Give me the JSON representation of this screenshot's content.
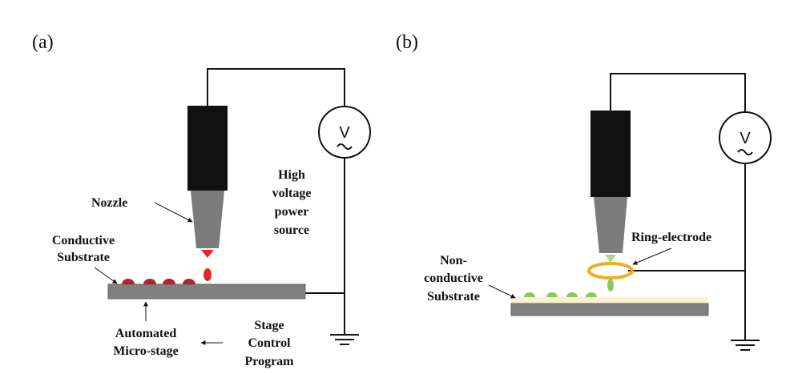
{
  "panel_a": {
    "tag": "(a)",
    "nozzle": "Nozzle",
    "power_source": [
      "High",
      "voltage",
      "power",
      "source"
    ],
    "substrate": [
      "Conductive",
      "Substrate"
    ],
    "stage": [
      "Automated",
      "Micro-stage"
    ],
    "control": [
      "Stage",
      "Control",
      "Program"
    ],
    "voltmeter": "V",
    "droplet_color": "#c0202a"
  },
  "panel_b": {
    "tag": "(b)",
    "ring": "Ring-electrode",
    "substrate": [
      "Non-",
      "conductive",
      "Substrate"
    ],
    "voltmeter": "V",
    "droplet_color": "#8dc85a",
    "ring_color": "#f0b01a",
    "substrate_layer_color": "#fbf1cf"
  }
}
